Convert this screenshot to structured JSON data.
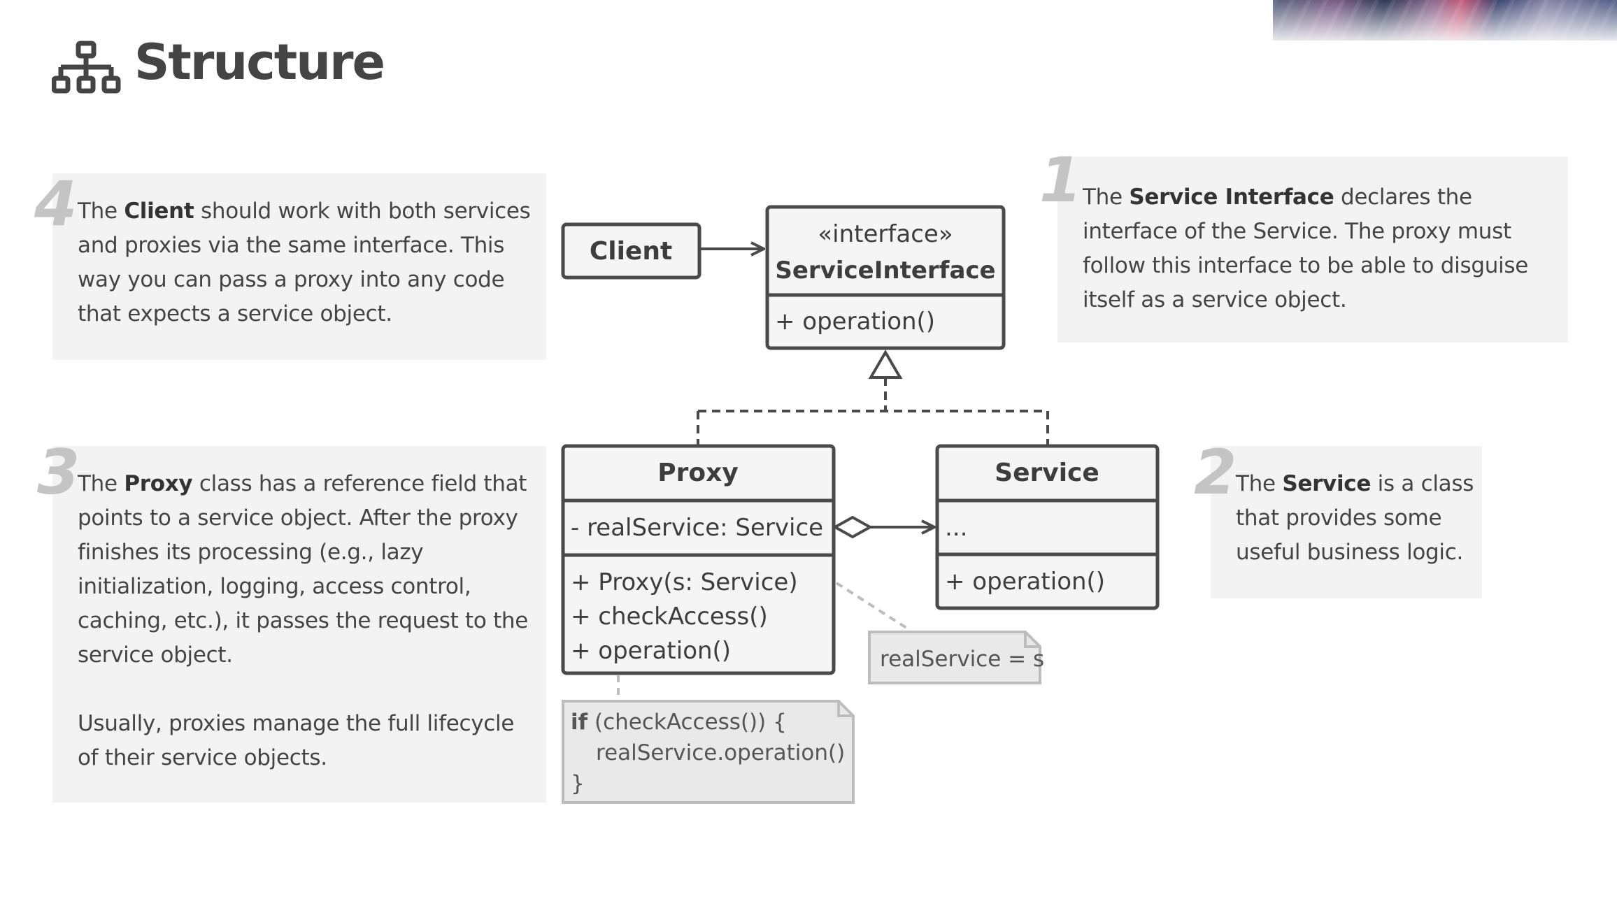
{
  "header": {
    "title": "Structure",
    "icon": "hierarchy-icon"
  },
  "panels": [
    {
      "id": "4",
      "number": "4",
      "paragraphs": [
        [
          {
            "text": "The ",
            "bold": false
          },
          {
            "text": "Client",
            "bold": true
          },
          {
            "text": " should work with both services and proxies via the same interface. This way you can pass a proxy into any code that expects a service object.",
            "bold": false
          }
        ]
      ]
    },
    {
      "id": "1",
      "number": "1",
      "paragraphs": [
        [
          {
            "text": "The ",
            "bold": false
          },
          {
            "text": "Service Interface",
            "bold": true
          },
          {
            "text": " declares the interface of the Service. The proxy must follow this interface to be able to disguise itself as a service object.",
            "bold": false
          }
        ]
      ]
    },
    {
      "id": "3",
      "number": "3",
      "paragraphs": [
        [
          {
            "text": "The ",
            "bold": false
          },
          {
            "text": "Proxy",
            "bold": true
          },
          {
            "text": " class has a reference field that points to a service object. After the proxy finishes its processing (e.g., lazy initialization, logging, access control, caching, etc.), it passes the request to the service object.",
            "bold": false
          }
        ],
        [
          {
            "text": "Usually, proxies manage the full lifecycle of their service objects.",
            "bold": false
          }
        ]
      ]
    },
    {
      "id": "2",
      "number": "2",
      "paragraphs": [
        [
          {
            "text": "The ",
            "bold": false
          },
          {
            "text": "Service",
            "bold": true
          },
          {
            "text": " is a class that provides some useful business logic.",
            "bold": false
          }
        ]
      ]
    }
  ],
  "diagram": {
    "client": {
      "name": "Client"
    },
    "service_interface": {
      "stereotype": "«interface»",
      "name": "ServiceInterface",
      "methods": [
        "+ operation()"
      ]
    },
    "proxy": {
      "name": "Proxy",
      "fields": [
        "- realService: Service"
      ],
      "methods": [
        "+ Proxy(s: Service)",
        "+ checkAccess()",
        "+ operation()"
      ]
    },
    "service": {
      "name": "Service",
      "fields": [
        "..."
      ],
      "methods": [
        "+ operation()"
      ]
    },
    "notes": {
      "constructor_note": "realService = s",
      "operation_note": {
        "keyword": "if",
        "lines": [
          " (checkAccess()) {",
          "realService.operation()",
          "}"
        ]
      }
    },
    "colors": {
      "stroke": "#4a4a4a",
      "box_fill": "#f5f5f5",
      "note_fill": "#e9e9e9",
      "note_stroke": "#bdbdbd",
      "panel_bg": "#f3f3f3",
      "number": "#c4c4c4"
    }
  }
}
